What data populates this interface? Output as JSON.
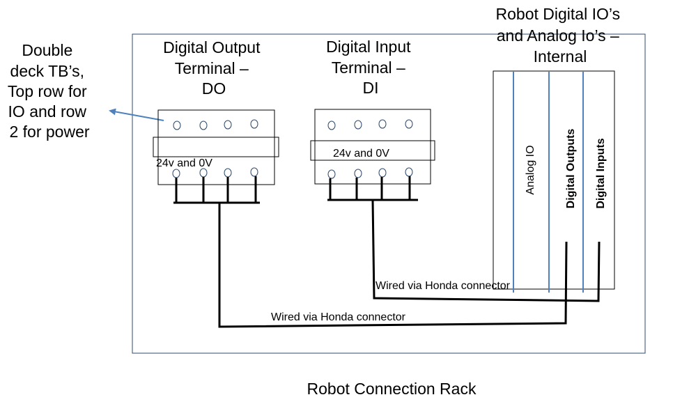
{
  "colors": {
    "frame": "#2f4a6b",
    "blue_line": "#4f81bd",
    "wire": "#000000"
  },
  "labels": {
    "double_deck": [
      "Double",
      "deck TB’s,",
      "Top row for",
      "IO and row",
      "2 for power"
    ],
    "do_terminal": [
      "Digital Output",
      "Terminal –",
      "DO"
    ],
    "di_terminal": [
      "Digital Input",
      "Terminal –",
      "DI"
    ],
    "robot_io": [
      "Robot Digital IO’s",
      "and Analog Io’s –",
      "Internal"
    ],
    "do_power": "24v and 0V",
    "di_power": "24v and 0V",
    "analog_io": "Analog IO",
    "digital_outputs": "Digital Outputs",
    "digital_inputs": "Digital Inputs",
    "wire_di": "Wired via Honda connector",
    "wire_do": "Wired via Honda connector",
    "rack_title": "Robot Connection Rack"
  }
}
